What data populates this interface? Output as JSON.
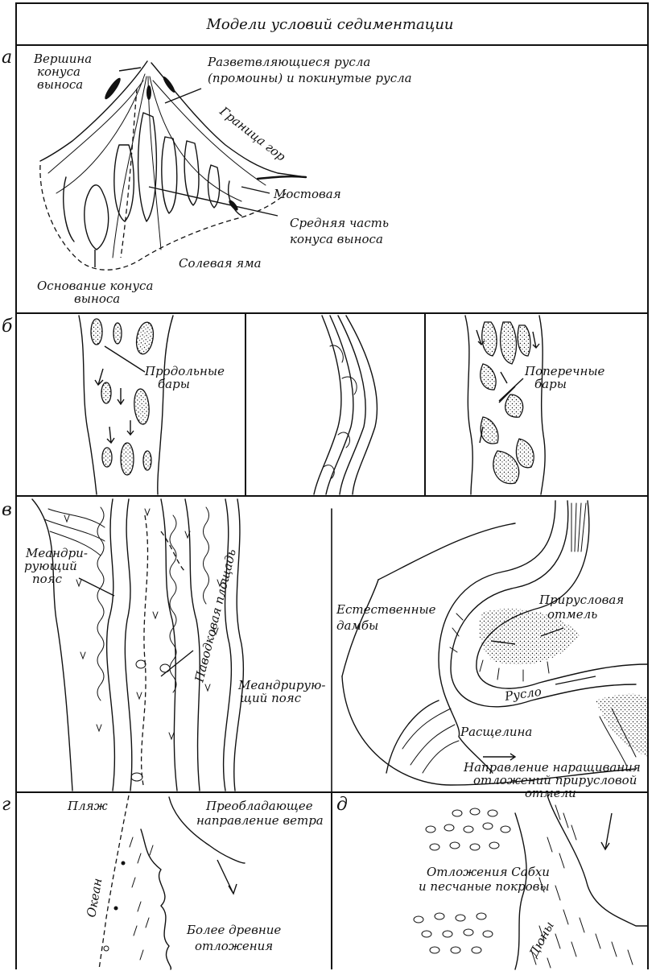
{
  "title": "Модели условий седиментации",
  "panel_letters": {
    "a": "а",
    "b": "б",
    "v": "в",
    "g": "г",
    "d": "д"
  },
  "panel_a": {
    "apex": [
      "Вершина",
      "конуса",
      "выноса"
    ],
    "channels": [
      "Разветвляющиеся русла",
      "(промоины) и покинутые русла"
    ],
    "mountain_border": "Граница гор",
    "pavement": "Мостовая",
    "mid_fan": [
      "Средняя часть",
      "конуса выноса"
    ],
    "salt_pan": "Солевая яма",
    "fan_base": [
      "Основание конуса",
      "выноса"
    ]
  },
  "panel_b": {
    "longitudinal": [
      "Продольные",
      "бары"
    ],
    "transverse": [
      "Поперечные",
      "бары"
    ]
  },
  "panel_v": {
    "meander_belt_left": [
      "Меандри-",
      "рующий",
      "пояс"
    ],
    "floodplain": "Паводковая площадь",
    "meander_belt_right": [
      "Меандрирую-",
      "щий пояс"
    ],
    "levees": [
      "Естественные",
      "дамбы"
    ],
    "point_bar": [
      "Прирусловая",
      "отмель"
    ],
    "channel": "Русло",
    "crevasse": "Расщелина",
    "accretion": [
      "Направление наращивания",
      "отложений прирусловой",
      "отмели"
    ]
  },
  "panel_g": {
    "beach": "Пляж",
    "wind": [
      "Преобладающее",
      "направление ветра"
    ],
    "ocean": "Океан",
    "older": [
      "Более древние",
      "отложения"
    ]
  },
  "panel_d": {
    "sabkha": [
      "Отложения Сабхи",
      "и песчаные покровы"
    ],
    "dunes": "Дюны"
  }
}
